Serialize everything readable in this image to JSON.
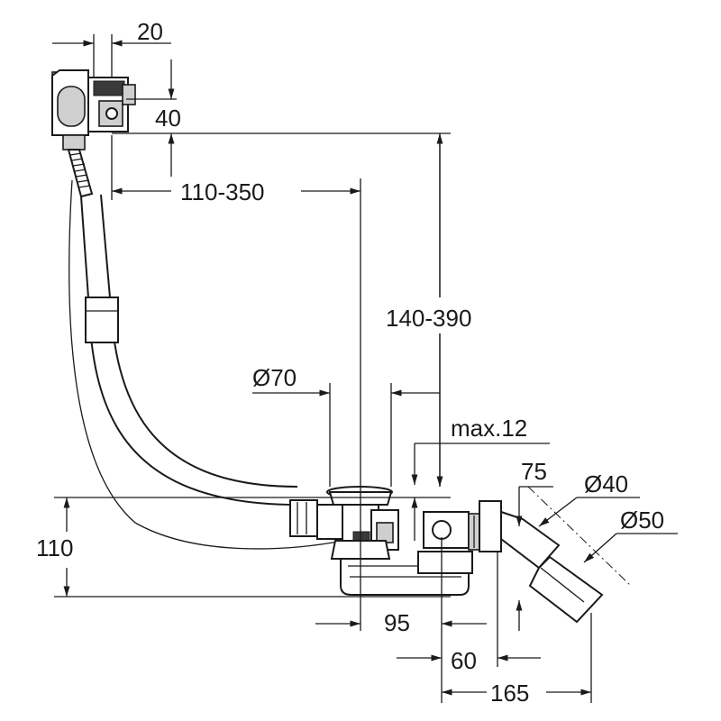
{
  "drawing": {
    "dimensions": {
      "overflow_offset": "20",
      "overflow_height": "40",
      "overflow_horizontal_range": "110-350",
      "vertical_range": "140-390",
      "drain_diameter": "Ø70",
      "max_depth": "max.12",
      "trap_height": "75",
      "outlet_diameter_small": "Ø40",
      "outlet_diameter_large": "Ø50",
      "total_height": "110",
      "trap_offset": "95",
      "outlet_offset": "60",
      "total_outlet_width": "165"
    },
    "colors": {
      "line": "#1a1a1a",
      "fitting_fill": "#cfcfcf",
      "background": "#ffffff"
    }
  }
}
